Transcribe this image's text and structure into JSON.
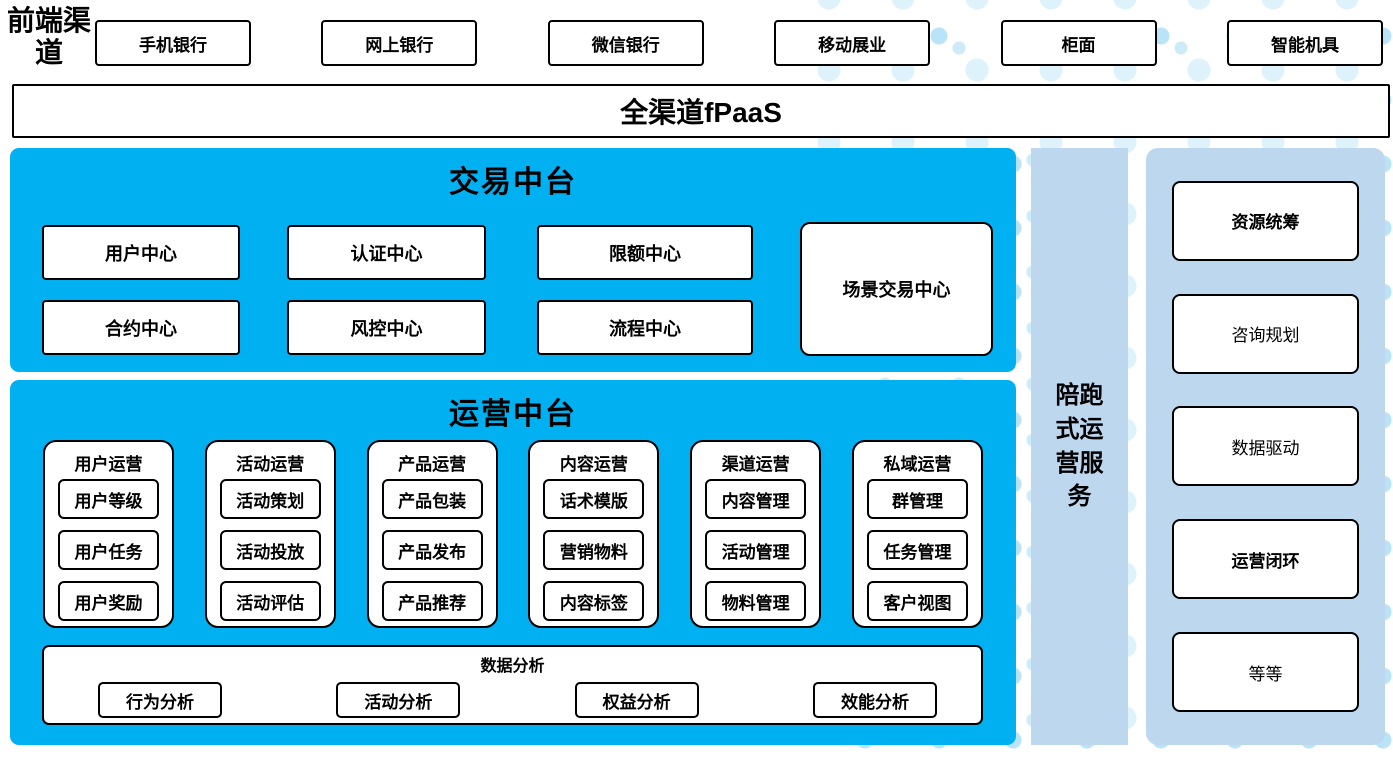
{
  "front_channels": {
    "label": "前端渠道",
    "items": [
      "手机银行",
      "网上银行",
      "微信银行",
      "移动展业",
      "柜面",
      "智能机具"
    ]
  },
  "fpaas": {
    "label": "全渠道fPaaS"
  },
  "transaction_platform": {
    "title": "交易中台",
    "row1": [
      "用户中心",
      "认证中心",
      "限额中心"
    ],
    "row2": [
      "合约中心",
      "风控中心",
      "流程中心"
    ],
    "tall_box": "场景交易中心"
  },
  "operation_platform": {
    "title": "运营中台",
    "groups": [
      {
        "title": "用户运营",
        "items": [
          "用户等级",
          "用户任务",
          "用户奖励"
        ]
      },
      {
        "title": "活动运营",
        "items": [
          "活动策划",
          "活动投放",
          "活动评估"
        ]
      },
      {
        "title": "产品运营",
        "items": [
          "产品包装",
          "产品发布",
          "产品推荐"
        ]
      },
      {
        "title": "内容运营",
        "items": [
          "话术模版",
          "营销物料",
          "内容标签"
        ]
      },
      {
        "title": "渠道运营",
        "items": [
          "内容管理",
          "活动管理",
          "物料管理"
        ]
      },
      {
        "title": "私域运营",
        "items": [
          "群管理",
          "任务管理",
          "客户视图"
        ]
      }
    ],
    "data_analysis": {
      "title": "数据分析",
      "items": [
        "行为分析",
        "活动分析",
        "权益分析",
        "效能分析"
      ]
    }
  },
  "side_strip": {
    "label": "陪跑式运营服务"
  },
  "right_panel": {
    "items": [
      {
        "label": "资源统筹"
      },
      {
        "label": "咨询规划"
      },
      {
        "label": "数据驱动"
      },
      {
        "label": "运营闭环"
      },
      {
        "label": "等等"
      }
    ]
  },
  "colors": {
    "accent_blue": "#00B0F0",
    "panel_light_blue": "#BDD7EE",
    "dot_light": "#DEF2FB",
    "dot_mid": "#B9E3F6",
    "border": "#000000"
  }
}
